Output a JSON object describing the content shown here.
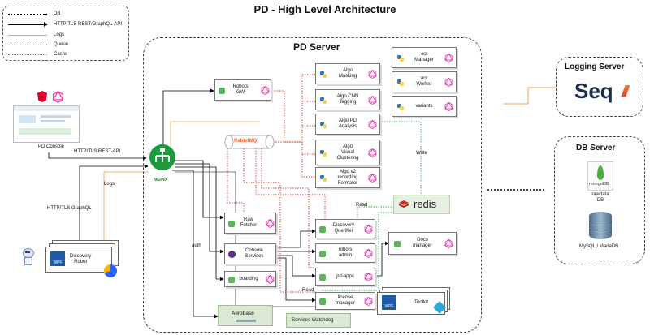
{
  "title": "PD - High Level Architecture",
  "legend": [
    {
      "label": "DB",
      "style": "dotted",
      "color": "#000000"
    },
    {
      "label": "HTTP/TLS REST/GraphQL-API",
      "style": "arrow",
      "color": "#000000"
    },
    {
      "label": "Logs",
      "style": "solid",
      "color": "#f0a050"
    },
    {
      "label": "Queue",
      "style": "dotted",
      "color": "#d03a2a"
    },
    {
      "label": "Cache",
      "style": "dotted",
      "color": "#3aa63a"
    }
  ],
  "pd_server": {
    "title": "PD Server",
    "robots_gw": "Robots\nGW",
    "rabbitmq": "RabbitMQ",
    "algos": [
      "Algo\nMasking",
      "Algo CNN\nTagging",
      "Algo PD\nAnalysis",
      "Algo\nVisual\nClustering",
      "Algo v2\nrecording\nFormater"
    ],
    "ocr": [
      "ocr\nManager",
      "ocr\nWorker",
      "variants"
    ],
    "redis": "redis",
    "raw_fetcher": "Raw\nFetcher",
    "console_services": "Console\nServices",
    "boarding": "boarding",
    "discovery_querifier": "Discovery\nQuerifier",
    "robots_admin": "robots\nadmin",
    "pd_apps": "pd-apps",
    "license_manager": "license\nmanager",
    "docs_manager": "Docs\nmanager",
    "toolkit": "Toolkit",
    "aerobase": "Aerobase",
    "services_watchdog": "Services Watchdog",
    "nginx": "NGINX"
  },
  "labels": {
    "pd_console": "PD Console",
    "rest_api": "HTTP/TLS REST-API",
    "graphql": "HTTP/TLS GraphQL",
    "logs": "Logs",
    "auth": "auth",
    "write": "Write",
    "read1": "Read",
    "read2": "Read",
    "discovery_robot": "Discovery\nRobot",
    "wpf": "WPF"
  },
  "logging_server": {
    "title": "Logging Server",
    "logo": "Seq"
  },
  "db_server": {
    "title": "DB Server",
    "mongo_logo": "mongoDB",
    "mongo_caption": "rawdata\nDB",
    "mysql_caption": "MySQL / MariaDB"
  },
  "colors": {
    "queue": "#d03a2a",
    "cache": "#3aa63a",
    "logs": "#f0a050",
    "graphql": "#e535ab",
    "python_blue": "#3776ab",
    "python_yellow": "#ffd43b",
    "nginx": "#1a9a3a",
    "seq_text": "#1b2c4e"
  }
}
